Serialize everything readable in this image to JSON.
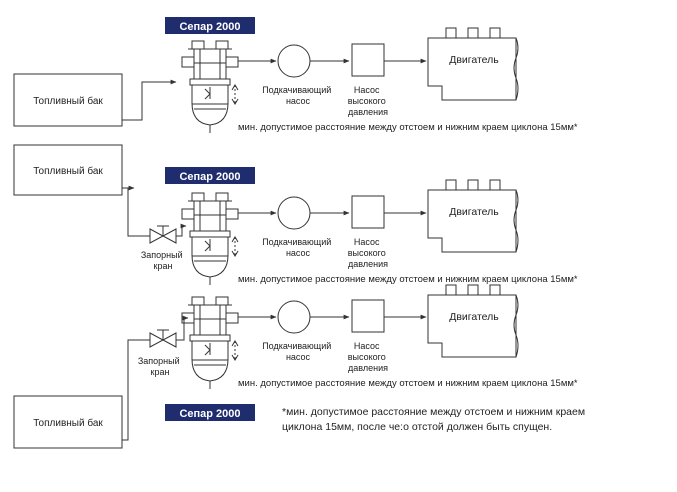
{
  "title_label": "Сепар 2000",
  "fuel_tank_label": "Топливный бак",
  "engine_label": "Двигатель",
  "feed_pump_label": [
    "Подкачивающий",
    "насос"
  ],
  "hp_pump_label": [
    "Насос",
    "высокого",
    "давления"
  ],
  "valve_label": [
    "Запорный",
    "кран"
  ],
  "distance_note": "мин. допустимое расстояние между отстоем и нижним краем циклона 15мм*",
  "footnote": [
    "*мин. допустимое расстояние между отстоем и нижним краем",
    "циклона 15мм, после че:о отстой должен быть спущен."
  ],
  "colors": {
    "title_badge": "#1f2d6e",
    "line": "#333333"
  },
  "icons": [
    "separator-filter",
    "feed-pump",
    "high-pressure-pump",
    "engine-block",
    "shutoff-valve",
    "flow-arrow"
  ]
}
